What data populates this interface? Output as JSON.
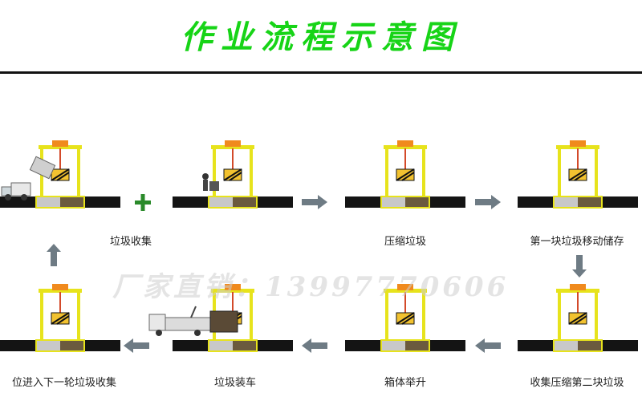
{
  "title": "作业流程示意图",
  "watermark": "厂家直销：13997770606",
  "steps": [
    {
      "label": "垃圾收集"
    },
    {
      "label": "压缩垃圾"
    },
    {
      "label": "第一块垃圾移动储存"
    },
    {
      "label": "收集压缩第二块垃圾"
    },
    {
      "label": "箱体举升"
    },
    {
      "label": "垃圾装车"
    },
    {
      "label": "位进入下一轮垃圾收集"
    }
  ],
  "colors": {
    "title": "#17d417",
    "frame": "#e7e31c",
    "press": "#f08a1d",
    "arrow": "#6e7b84",
    "plus": "#2a8a2a"
  }
}
